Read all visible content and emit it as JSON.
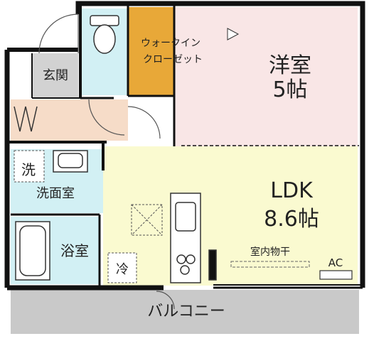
{
  "rooms": {
    "western_room": {
      "name": "洋室",
      "size": "5帖"
    },
    "walk_in_closet": {
      "line1": "ウォークイン",
      "line2": "クローゼット"
    },
    "entrance": {
      "name": "玄関"
    },
    "washroom": {
      "name": "洗面室"
    },
    "bathroom": {
      "name": "浴室"
    },
    "ldk": {
      "name": "LDK",
      "size": "8.6帖"
    },
    "balcony": {
      "name": "バルコニー"
    }
  },
  "fixtures": {
    "washer": "洗",
    "fridge": "冷",
    "indoor_drying": "室内物干",
    "aircon": "AC"
  },
  "colors": {
    "western_room": "#f9e6e6",
    "walk_in_closet": "#e8a838",
    "toilet": "#d2f0f4",
    "entrance": "#d2d2d2",
    "corridor": "#f6dcc8",
    "washroom": "#d2f0f4",
    "bathroom": "#d2f0f4",
    "ldk": "#fafad0",
    "balcony": "#c9c9c9",
    "wall": "#111111"
  }
}
